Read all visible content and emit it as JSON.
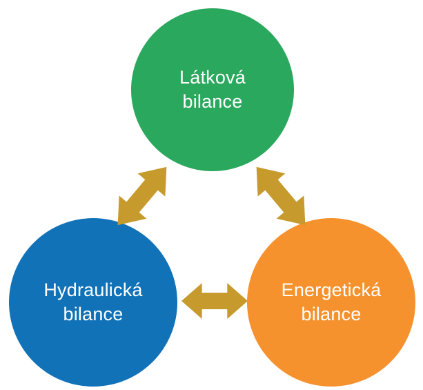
{
  "diagram": {
    "nodes": {
      "material": {
        "label": "Látková\nbilance",
        "color": "#2aa85d"
      },
      "hydraulic": {
        "label": "Hydraulická\nbilance",
        "color": "#1172b8"
      },
      "energy": {
        "label": "Energetická\nbilance",
        "color": "#f6922d"
      }
    },
    "arrows": [
      {
        "id": "material-hydraulic",
        "between": [
          "material",
          "hydraulic"
        ]
      },
      {
        "id": "material-energy",
        "between": [
          "material",
          "energy"
        ]
      },
      {
        "id": "hydraulic-energy",
        "between": [
          "hydraulic",
          "energy"
        ]
      }
    ],
    "arrow_color": "#c69a2d",
    "text_color": "#ffffff",
    "background_color": "#ffffff"
  }
}
